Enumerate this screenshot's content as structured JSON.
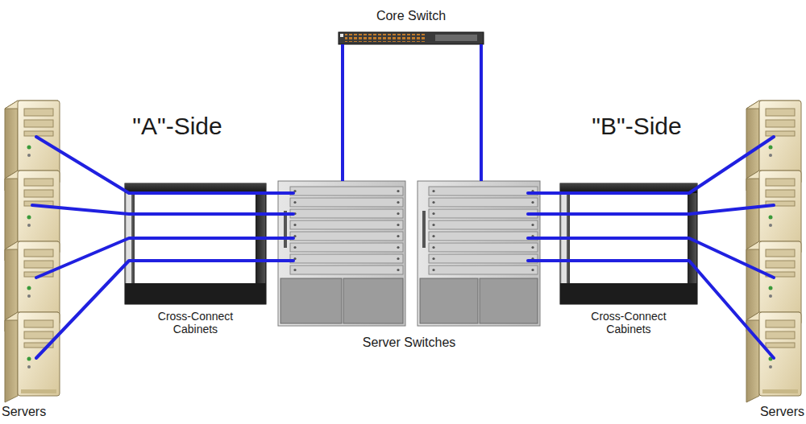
{
  "diagram": {
    "nodes": [
      {
        "text": [
          "Core Switch"
        ]
      },
      {
        "text": [
          "Cross-Connect Cabinets"
        ]
      },
      {
        "text": [
          "Server Switches"
        ]
      },
      {
        "text": [
          "Cross-Connect Cabinets"
        ]
      }
    ],
    "edges": [
      {
        "from": 0,
        "to": 2,
        "arrow": "none"
      },
      {
        "from": 0,
        "to": 2,
        "arrow": "none"
      },
      {
        "from": 1,
        "to": 2,
        "arrow": "none"
      },
      {
        "from": 1,
        "to": 2,
        "arrow": "none"
      },
      {
        "from": 1,
        "to": 2,
        "arrow": "none"
      },
      {
        "from": 1,
        "to": 2,
        "arrow": "none"
      },
      {
        "from": 3,
        "to": 2,
        "arrow": "none"
      },
      {
        "from": 3,
        "to": 2,
        "arrow": "none"
      },
      {
        "from": 3,
        "to": 2,
        "arrow": "none"
      },
      {
        "from": 3,
        "to": 2,
        "arrow": "none"
      }
    ],
    "labels": [
      "\"A\"-Side",
      "\"B\"-Side",
      "Servers",
      "Servers"
    ]
  }
}
